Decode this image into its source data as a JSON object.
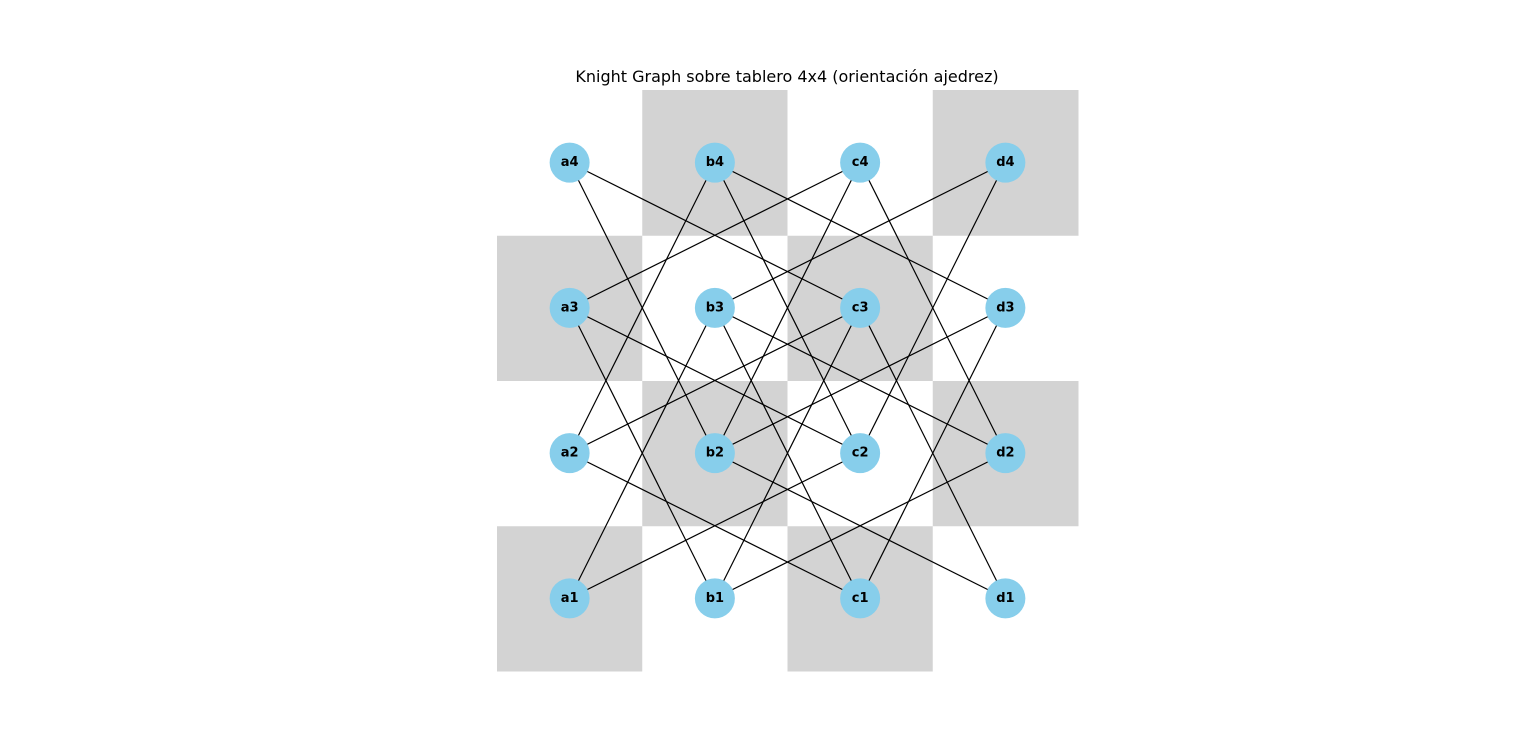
{
  "title": "Knight Graph sobre tablero 4x4 (orientación ajedrez)",
  "board": {
    "files": [
      "a",
      "b",
      "c",
      "d"
    ],
    "ranks": [
      1,
      2,
      3,
      4
    ],
    "dark_square_color": "#d3d3d3",
    "light_square_color": "#ffffff"
  },
  "node_color": "#87ceeb",
  "edge_color": "#000000",
  "nodes": [
    {
      "id": "a1",
      "label": "a1"
    },
    {
      "id": "a2",
      "label": "a2"
    },
    {
      "id": "a3",
      "label": "a3"
    },
    {
      "id": "a4",
      "label": "a4"
    },
    {
      "id": "b1",
      "label": "b1"
    },
    {
      "id": "b2",
      "label": "b2"
    },
    {
      "id": "b3",
      "label": "b3"
    },
    {
      "id": "b4",
      "label": "b4"
    },
    {
      "id": "c1",
      "label": "c1"
    },
    {
      "id": "c2",
      "label": "c2"
    },
    {
      "id": "c3",
      "label": "c3"
    },
    {
      "id": "c4",
      "label": "c4"
    },
    {
      "id": "d1",
      "label": "d1"
    },
    {
      "id": "d2",
      "label": "d2"
    },
    {
      "id": "d3",
      "label": "d3"
    },
    {
      "id": "d4",
      "label": "d4"
    }
  ],
  "edges": [
    [
      "a1",
      "b3"
    ],
    [
      "a1",
      "c2"
    ],
    [
      "a2",
      "b4"
    ],
    [
      "a2",
      "c3"
    ],
    [
      "a2",
      "c1"
    ],
    [
      "a3",
      "c4"
    ],
    [
      "a3",
      "c2"
    ],
    [
      "a3",
      "b1"
    ],
    [
      "a4",
      "c3"
    ],
    [
      "a4",
      "b2"
    ],
    [
      "b1",
      "d2"
    ],
    [
      "b1",
      "c3"
    ],
    [
      "b2",
      "c4"
    ],
    [
      "b2",
      "d3"
    ],
    [
      "b2",
      "d1"
    ],
    [
      "b3",
      "d4"
    ],
    [
      "b3",
      "d2"
    ],
    [
      "b3",
      "c1"
    ],
    [
      "b4",
      "d3"
    ],
    [
      "b4",
      "c2"
    ],
    [
      "c2",
      "d4"
    ],
    [
      "c1",
      "d3"
    ],
    [
      "c3",
      "d1"
    ],
    [
      "c4",
      "d2"
    ]
  ]
}
